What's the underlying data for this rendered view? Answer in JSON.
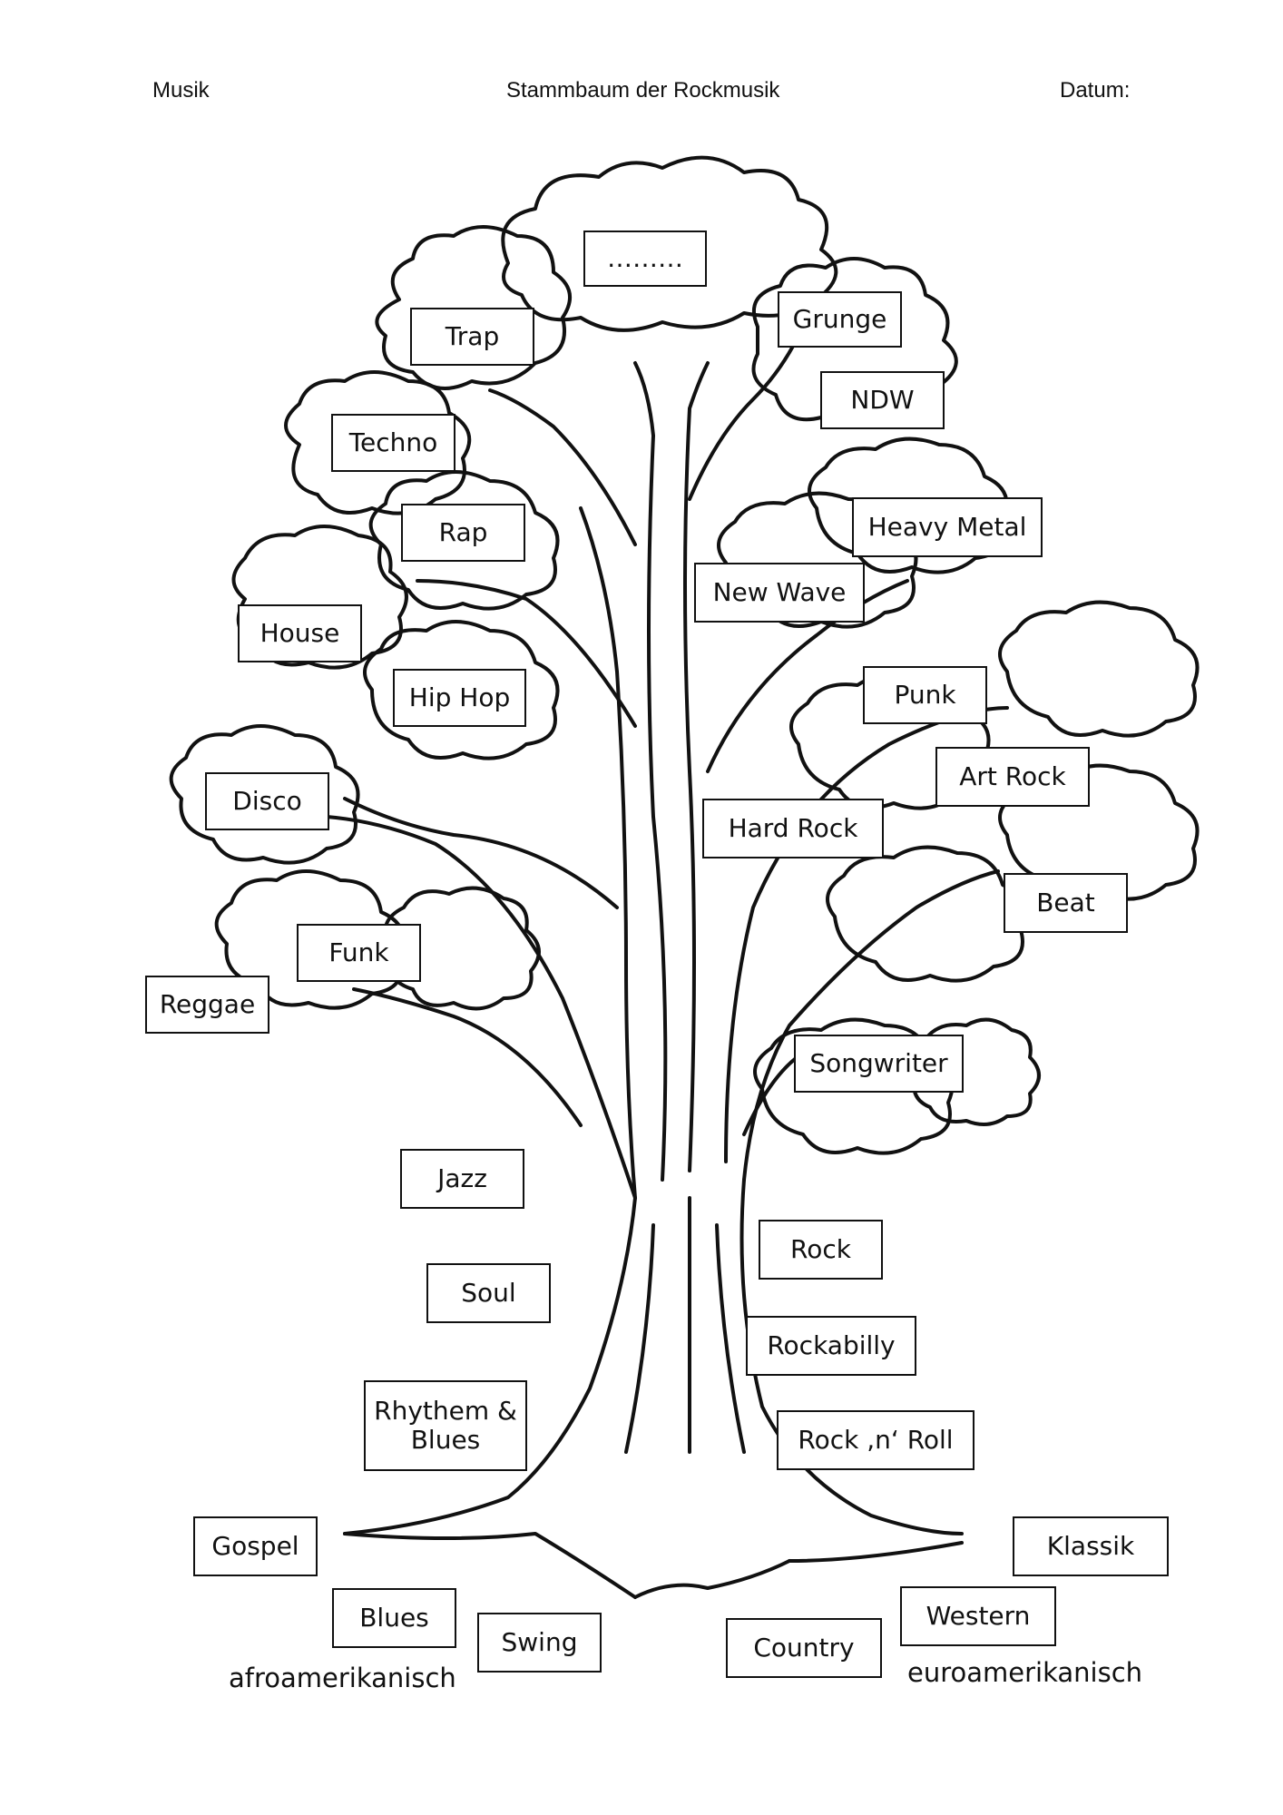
{
  "header": {
    "subject": "Musik",
    "title": "Stammbaum der Rockmusik",
    "date_label": "Datum:"
  },
  "labels": {
    "top": "………",
    "trap": "Trap",
    "grunge": "Grunge",
    "ndw": "NDW",
    "techno": "Techno",
    "rap": "Rap",
    "heavy_metal": "Heavy Metal",
    "new_wave": "New Wave",
    "house": "House",
    "hip_hop": "Hip Hop",
    "punk": "Punk",
    "disco": "Disco",
    "art_rock": "Art Rock",
    "hard_rock": "Hard Rock",
    "beat": "Beat",
    "funk": "Funk",
    "reggae": "Reggae",
    "songwriter": "Songwriter",
    "jazz": "Jazz",
    "rock": "Rock",
    "soul": "Soul",
    "rockabilly": "Rockabilly",
    "rhythm_blues": "Rhythem & Blues",
    "rock_n_roll": "Rock ,n‘ Roll",
    "gospel": "Gospel",
    "klassik": "Klassik",
    "blues": "Blues",
    "swing": "Swing",
    "country": "Country",
    "western": "Western"
  },
  "origins": {
    "left": "afroamerikanisch",
    "right": "euroamerikanisch"
  }
}
